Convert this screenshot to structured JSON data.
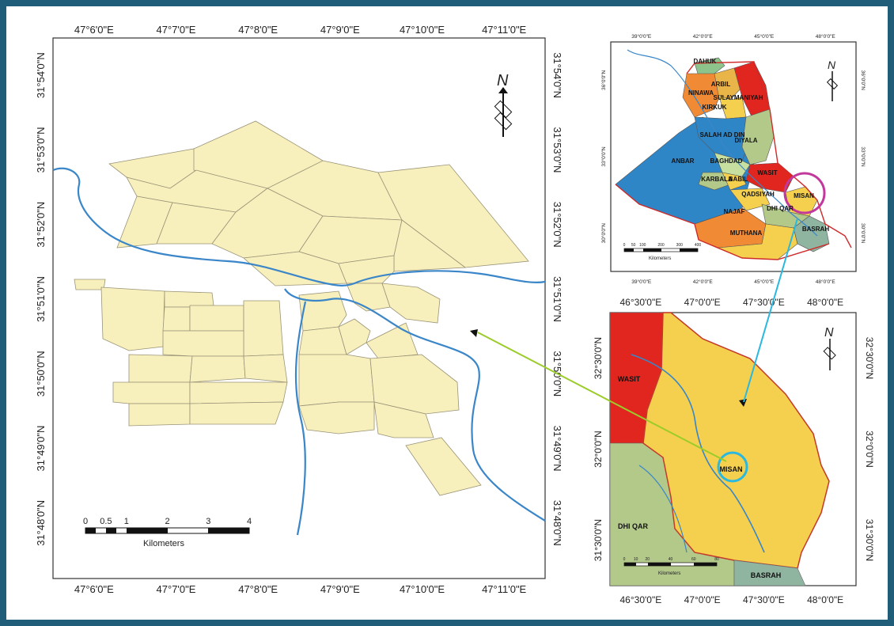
{
  "main_map": {
    "top_ticks": [
      "47°6'0\"E",
      "47°7'0\"E",
      "47°8'0\"E",
      "47°9'0\"E",
      "47°10'0\"E",
      "47°11'0\"E"
    ],
    "bottom_ticks": [
      "47°6'0\"E",
      "47°7'0\"E",
      "47°8'0\"E",
      "47°9'0\"E",
      "47°10'0\"E",
      "47°11'0\"E"
    ],
    "left_ticks": [
      "31°54'0\"N",
      "31°53'0\"N",
      "31°52'0\"N",
      "31°51'0\"N",
      "31°50'0\"N",
      "31°49'0\"N",
      "31°48'0\"N"
    ],
    "right_ticks": [
      "31°54'0\"N",
      "31°53'0\"N",
      "31°52'0\"N",
      "31°51'0\"N",
      "31°50'0\"N",
      "31°49'0\"N",
      "31°48'0\"N"
    ],
    "north_label": "N",
    "scale_labels": [
      "0",
      "0.5",
      "1",
      "2",
      "3",
      "4"
    ],
    "scale_unit": "Kilometers"
  },
  "iraq_map": {
    "top_ticks": [
      "39°0'0\"E",
      "42°0'0\"E",
      "45°0'0\"E",
      "48°0'0\"E"
    ],
    "bottom_ticks": [
      "39°0'0\"E",
      "42°0'0\"E",
      "45°0'0\"E",
      "48°0'0\"E"
    ],
    "left_ticks": [
      "36°0'0\"N",
      "33°0'0\"N",
      "30°0'0\"N"
    ],
    "right_ticks": [
      "36°0'0\"N",
      "33°0'0\"N",
      "30°0'0\"N"
    ],
    "north_label": "N",
    "provinces": [
      "DAHUK",
      "ARBIL",
      "NINAWA",
      "SULAYMANIYAH",
      "KIRKUK",
      "SALAH AD DIN",
      "DIYALA",
      "ANBAR",
      "BAGHDAD",
      "WASIT",
      "KARBALA",
      "BABIL",
      "QADSIYAH",
      "MISAN",
      "NAJAF",
      "DHI QAR",
      "MUTHANA",
      "BASRAH"
    ],
    "scale_labels": [
      "0",
      "50",
      "100",
      "200",
      "300",
      "400"
    ],
    "scale_unit": "Kilometers"
  },
  "misan_map": {
    "top_ticks": [
      "46°30'0\"E",
      "47°0'0\"E",
      "47°30'0\"E",
      "48°0'0\"E"
    ],
    "bottom_ticks": [
      "46°30'0\"E",
      "47°0'0\"E",
      "47°30'0\"E",
      "48°0'0\"E"
    ],
    "left_ticks": [
      "32°30'0\"N",
      "32°0'0\"N",
      "31°30'0\"N"
    ],
    "right_ticks": [
      "32°30'0\"N",
      "32°0'0\"N",
      "31°30'0\"N"
    ],
    "north_label": "N",
    "labels": [
      "WASIT",
      "MISAN",
      "DHI QAR",
      "BASRAH"
    ],
    "scale_labels": [
      "0",
      "10",
      "20",
      "40",
      "60",
      "80"
    ],
    "scale_unit": "Kilometers"
  },
  "colors": {
    "frame": "#1f5d78",
    "blocks": "#f7f0bd",
    "river": "#3a86c8",
    "misan_fill": "#f5d04e",
    "wasit_fill": "#e0261f",
    "dhiqar_fill": "#b3c98a",
    "basrah_fill": "#8fb4a0",
    "highlight_magenta": "#c2399e",
    "highlight_cyan": "#2ab7e0",
    "arrow_green": "#9ccc2a"
  }
}
